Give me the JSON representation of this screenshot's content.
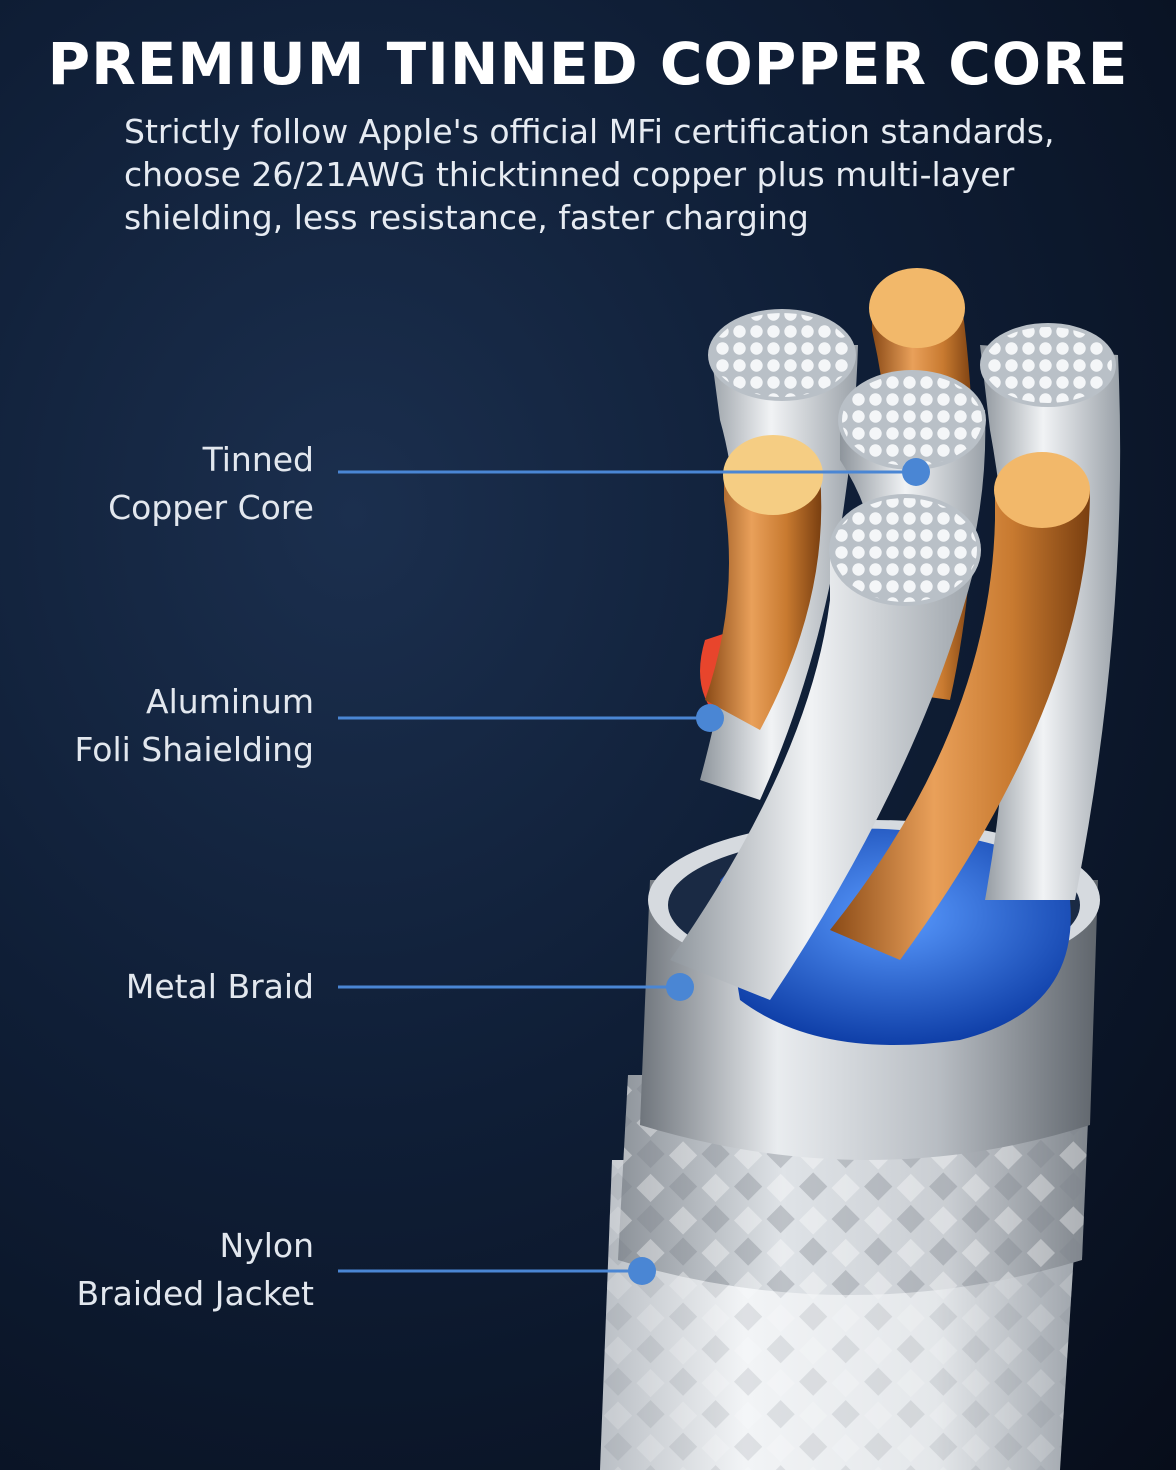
{
  "header": {
    "title": "PREMIUM TINNED COPPER CORE",
    "subtitle_lines": [
      "Strictly follow Apple's official MFi certification standards,",
      "choose 26/21AWG thicktinned copper plus multi-layer",
      "shielding, less resistance, faster charging"
    ]
  },
  "callouts": [
    {
      "lines": [
        "Tinned",
        "Copper Core"
      ]
    },
    {
      "lines": [
        "Aluminum",
        "Foli Shaielding"
      ]
    },
    {
      "lines": [
        "Metal Braid"
      ]
    },
    {
      "lines": [
        "Nylon",
        "Braided Jacket"
      ]
    }
  ],
  "colors": {
    "accent": "#4a86d4",
    "copper": "#d98a3a",
    "tin": "#d9dde2",
    "shield_blue": "#1c5ed6",
    "jacket": "#e8ebee"
  }
}
